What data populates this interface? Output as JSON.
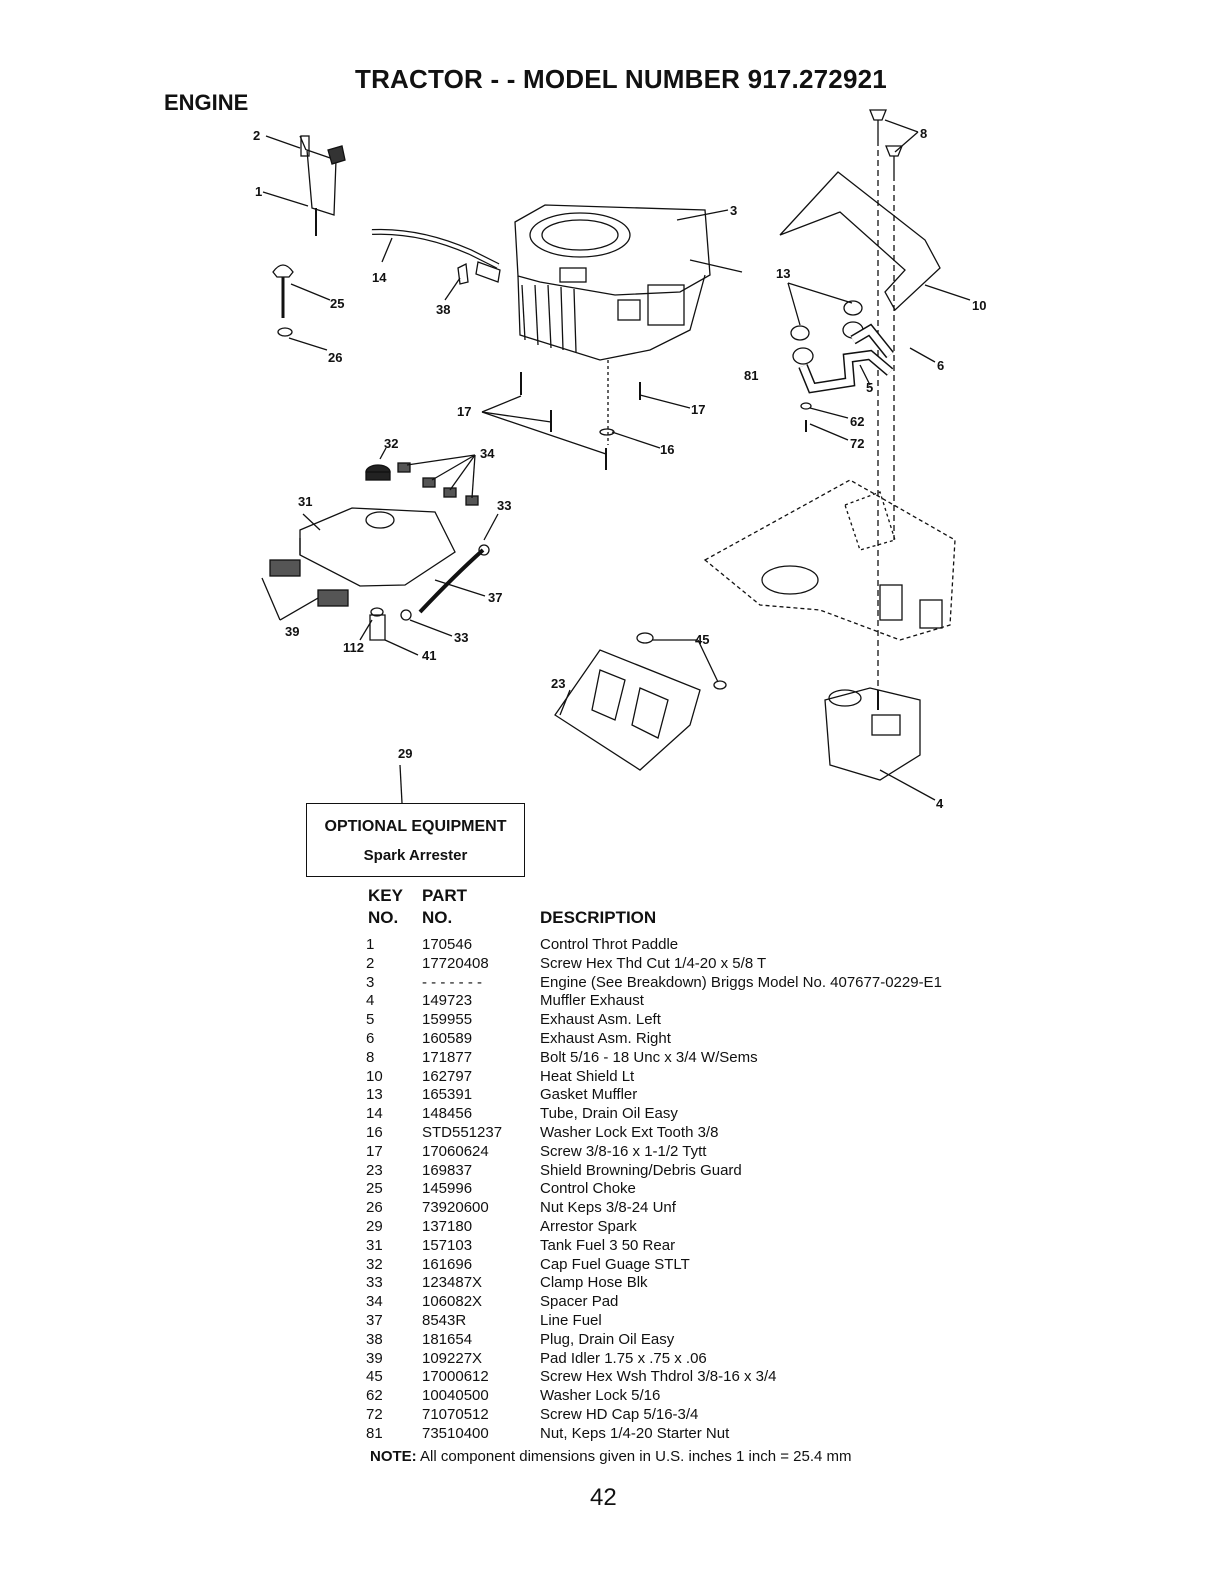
{
  "header": {
    "title": "TRACTOR - - MODEL NUMBER 917.272921",
    "section": "ENGINE"
  },
  "diagram": {
    "callouts": [
      "2",
      "1",
      "25",
      "26",
      "14",
      "38",
      "3",
      "8",
      "13",
      "10",
      "6",
      "5",
      "81",
      "17",
      "17",
      "16",
      "62",
      "72",
      "32",
      "34",
      "31",
      "33",
      "37",
      "39",
      "112",
      "33",
      "41",
      "45",
      "23",
      "29",
      "4"
    ]
  },
  "optional_equipment": {
    "title": "OPTIONAL EQUIPMENT",
    "item": "Spark Arrester"
  },
  "parts_table": {
    "header_key_line1": "KEY",
    "header_key_line2": "NO.",
    "header_part_line1": "PART",
    "header_part_line2": "NO.",
    "header_desc": "DESCRIPTION",
    "rows": [
      {
        "key": "1",
        "part": "170546",
        "desc": "Control Throt Paddle"
      },
      {
        "key": "2",
        "part": "17720408",
        "desc": "Screw Hex Thd Cut 1/4-20 x 5/8 T"
      },
      {
        "key": "3",
        "part": "- - - - - - -",
        "desc": "Engine (See Breakdown) Briggs Model No. 407677-0229-E1"
      },
      {
        "key": "4",
        "part": "149723",
        "desc": "Muffler Exhaust"
      },
      {
        "key": "5",
        "part": "159955",
        "desc": "Exhaust Asm. Left"
      },
      {
        "key": "6",
        "part": "160589",
        "desc": "Exhaust Asm. Right"
      },
      {
        "key": "8",
        "part": "171877",
        "desc": "Bolt 5/16 - 18 Unc x 3/4 W/Sems"
      },
      {
        "key": "10",
        "part": "162797",
        "desc": "Heat Shield Lt"
      },
      {
        "key": "13",
        "part": "165391",
        "desc": "Gasket Muffler"
      },
      {
        "key": "14",
        "part": "148456",
        "desc": "Tube, Drain Oil Easy"
      },
      {
        "key": "16",
        "part": "STD551237",
        "desc": "Washer Lock Ext Tooth 3/8"
      },
      {
        "key": "17",
        "part": "17060624",
        "desc": "Screw  3/8-16 x 1-1/2 Tytt"
      },
      {
        "key": "23",
        "part": "169837",
        "desc": "Shield Browning/Debris Guard"
      },
      {
        "key": "25",
        "part": "145996",
        "desc": "Control Choke"
      },
      {
        "key": "26",
        "part": "73920600",
        "desc": "Nut Keps  3/8-24 Unf"
      },
      {
        "key": "29",
        "part": "137180",
        "desc": "Arrestor Spark"
      },
      {
        "key": "31",
        "part": "157103",
        "desc": "Tank Fuel 3 50 Rear"
      },
      {
        "key": "32",
        "part": "161696",
        "desc": "Cap  Fuel Guage STLT"
      },
      {
        "key": "33",
        "part": "123487X",
        "desc": "Clamp Hose Blk"
      },
      {
        "key": "34",
        "part": "106082X",
        "desc": "Spacer Pad"
      },
      {
        "key": "37",
        "part": "8543R",
        "desc": "Line Fuel"
      },
      {
        "key": "38",
        "part": "181654",
        "desc": "Plug, Drain Oil Easy"
      },
      {
        "key": "39",
        "part": "109227X",
        "desc": "Pad Idler  1.75 x .75 x .06"
      },
      {
        "key": "45",
        "part": "17000612",
        "desc": "Screw Hex Wsh Thdrol 3/8-16 x 3/4"
      },
      {
        "key": "62",
        "part": "10040500",
        "desc": "Washer Lock 5/16"
      },
      {
        "key": "72",
        "part": "71070512",
        "desc": "Screw HD Cap 5/16-3/4"
      },
      {
        "key": "81",
        "part": "73510400",
        "desc": "Nut, Keps 1/4-20 Starter Nut"
      }
    ]
  },
  "note": {
    "label": "NOTE:",
    "text": "All component dimensions given in U.S. inches 1 inch = 25.4 mm"
  },
  "page_number": "42"
}
